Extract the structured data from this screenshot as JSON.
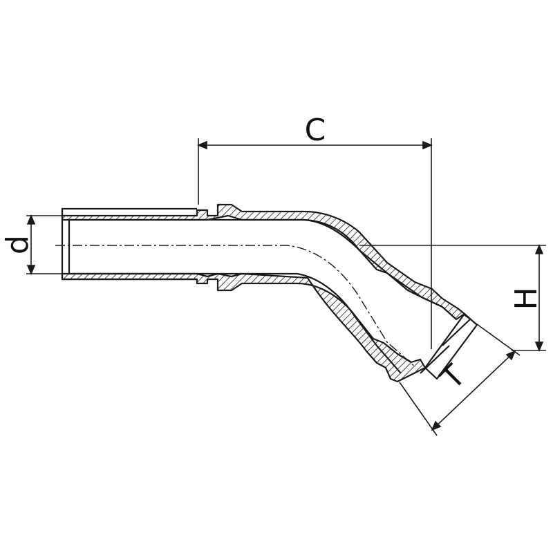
{
  "dimensions": {
    "c_label": "C",
    "d_label": "d",
    "h_label": "H",
    "t_label": "T"
  },
  "colors": {
    "line": "#1a1a1a",
    "hatch": "#1a1a1a",
    "background": "#ffffff"
  }
}
